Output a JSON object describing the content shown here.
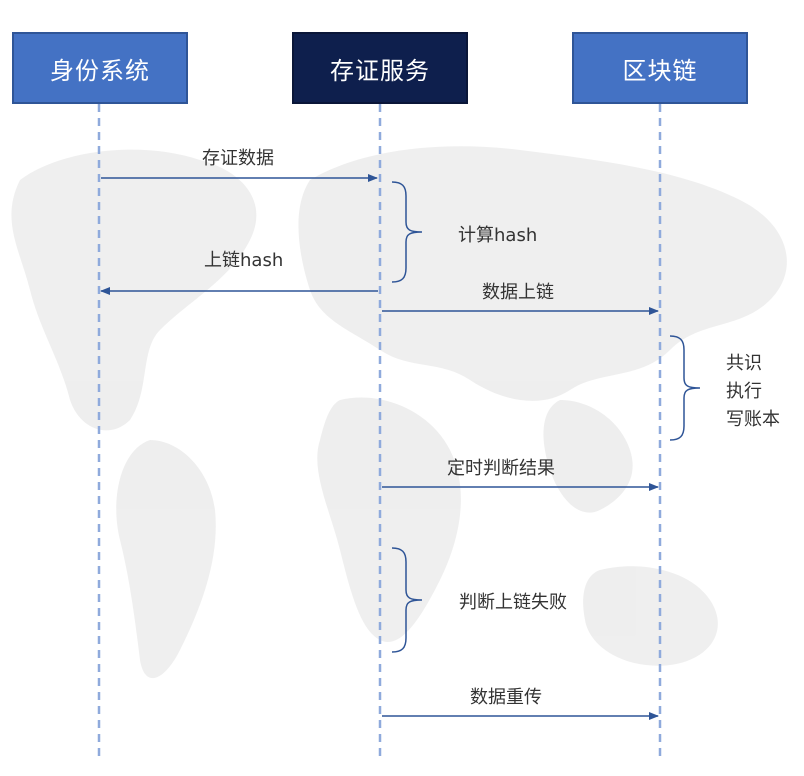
{
  "participants": {
    "identity": "身份系统",
    "service": "存证服务",
    "chain": "区块链"
  },
  "messages": {
    "store_data": "存证数据",
    "chain_hash": "上链hash",
    "upload_chain": "数据上链",
    "timed_check": "定时判断结果",
    "resend": "数据重传"
  },
  "notes": {
    "compute_hash": "计算hash",
    "consensus_line1": "共识",
    "consensus_line2": "执行",
    "consensus_line3": "写账本",
    "fail_check": "判断上链失败"
  },
  "colors": {
    "lifeline": "#8faadc",
    "arrow": "#2f5597",
    "brace": "#2f5597",
    "map": "#ececec"
  }
}
